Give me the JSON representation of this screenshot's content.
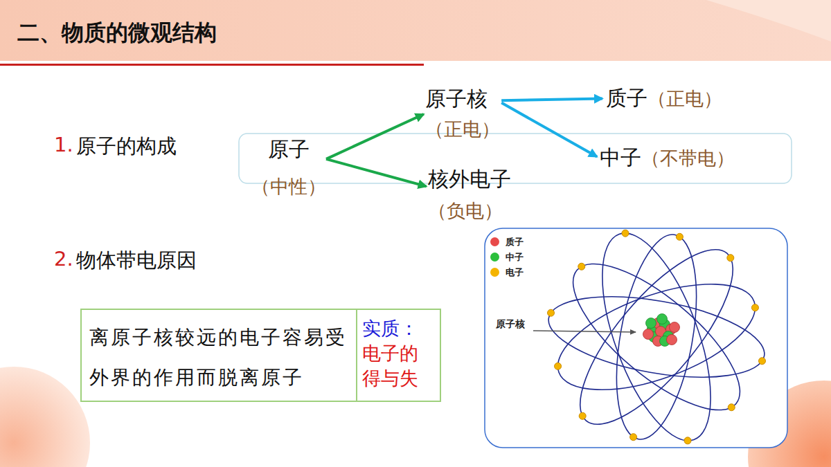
{
  "diagram": {
    "title": "二、物质的微观结构",
    "nodes": [
      {
        "text": [
          "原子",
          "（中性）"
        ]
      },
      {
        "text": [
          "原子核",
          "（正电）"
        ]
      },
      {
        "text": [
          "核外电子",
          "（负电）"
        ]
      },
      {
        "text": [
          "质子",
          "（正电）"
        ]
      },
      {
        "text": [
          "中子",
          "（不带电）"
        ]
      },
      {
        "text": [
          "离原子核较远的电子容易受外界的作用而脱离原子"
        ]
      },
      {
        "text": [
          "实质：",
          "电子的得与失"
        ]
      }
    ],
    "edges": [
      {
        "from": 0,
        "to": 1,
        "arrow": "to"
      },
      {
        "from": 0,
        "to": 2,
        "arrow": "to"
      },
      {
        "from": 1,
        "to": 3,
        "arrow": "to"
      },
      {
        "from": 1,
        "to": 4,
        "arrow": "to"
      }
    ],
    "labels": [
      "1.",
      "原子的构成",
      "2.",
      "物体带电原因",
      "原子核"
    ],
    "legend": [
      {
        "text": "质子",
        "color": "#e84a4a"
      },
      {
        "text": "中子",
        "color": "#2cbf3c"
      },
      {
        "text": "电子",
        "color": "#f4b400"
      }
    ]
  }
}
